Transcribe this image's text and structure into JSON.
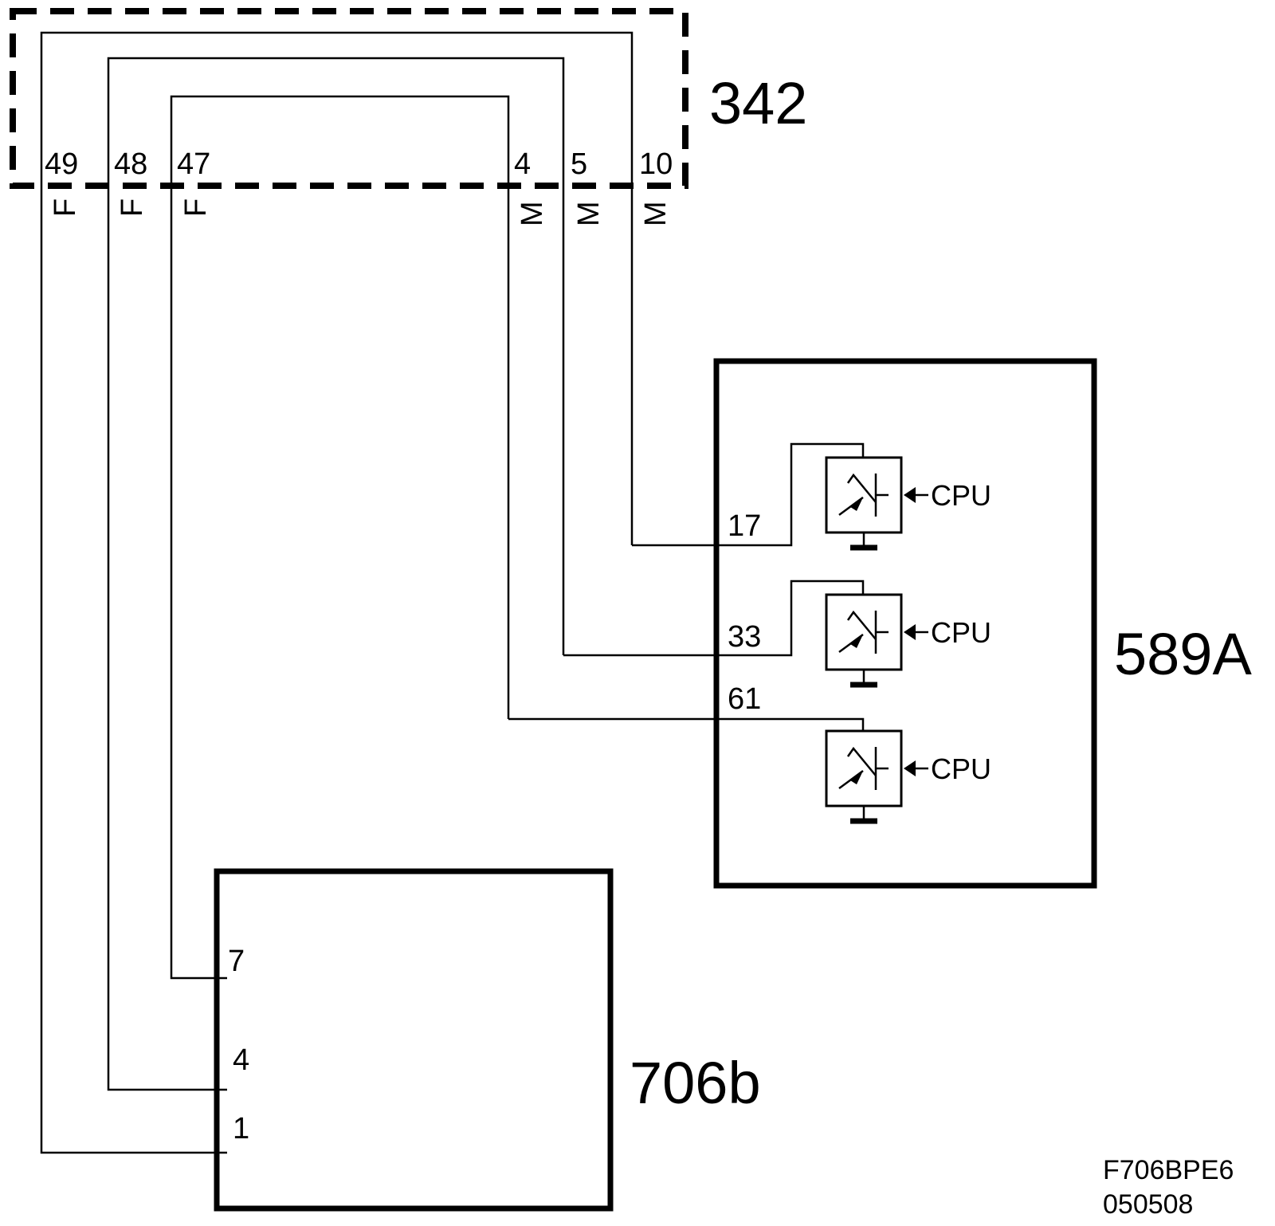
{
  "colors": {
    "line": "#000000",
    "background": "#ffffff"
  },
  "connector_342": {
    "label": "342",
    "pins": {
      "p49": "49",
      "p48": "48",
      "p47": "47",
      "p4": "4",
      "p5": "5",
      "p10": "10"
    },
    "genders": {
      "g49": "F",
      "g48": "F",
      "g47": "F",
      "g4": "M",
      "g5": "M",
      "g10": "M"
    }
  },
  "module_589A": {
    "label": "589A",
    "pins": {
      "p17": "17",
      "p33": "33",
      "p61": "61"
    },
    "drivers": [
      {
        "input": "CPU"
      },
      {
        "input": "CPU"
      },
      {
        "input": "CPU"
      }
    ]
  },
  "module_706b": {
    "label": "706b",
    "pins": {
      "p7": "7",
      "p4": "4",
      "p1": "1"
    }
  },
  "footer": {
    "code": "F706BPE6",
    "date": "050508"
  }
}
